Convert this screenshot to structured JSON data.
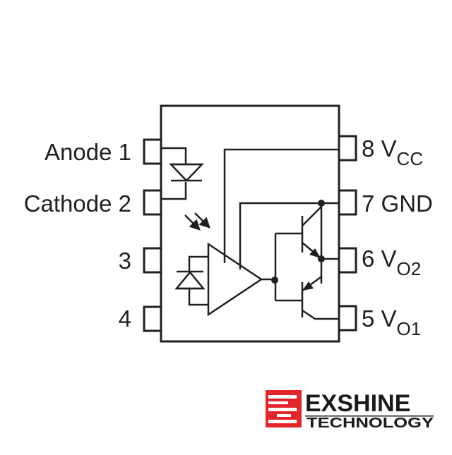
{
  "pins": {
    "p1": {
      "name": "Anode",
      "num": "1"
    },
    "p2": {
      "name": "Cathode",
      "num": "2"
    },
    "p3": {
      "num": "3"
    },
    "p4": {
      "num": "4"
    },
    "p8": {
      "num": "8",
      "name": "V",
      "sub": "CC"
    },
    "p7": {
      "num": "7",
      "name": "GND"
    },
    "p6": {
      "num": "6",
      "name": "V",
      "sub": "O2"
    },
    "p5": {
      "num": "5",
      "name": "V",
      "sub": "O1"
    }
  },
  "logo": {
    "main": "EXSHINE",
    "sub": "TECHNOLOGY"
  },
  "colors": {
    "ink": "#231f20",
    "logo_red": "#e3262b"
  }
}
